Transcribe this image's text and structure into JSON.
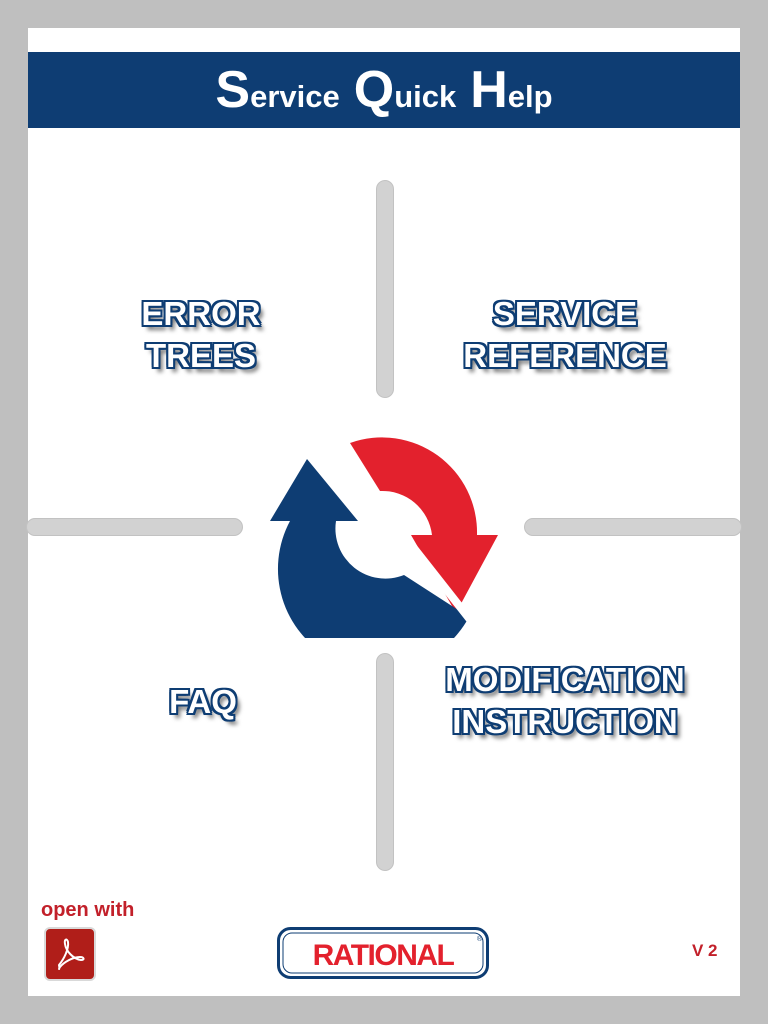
{
  "header": {
    "word1": {
      "initial": "S",
      "rest": "ervice"
    },
    "word2": {
      "initial": "Q",
      "rest": "uick"
    },
    "word3": {
      "initial": "H",
      "rest": "elp"
    }
  },
  "tiles": {
    "error_trees": [
      "ERROR",
      "TREES"
    ],
    "service_reference": [
      "SERVICE",
      "REFERENCE"
    ],
    "faq": [
      "FAQ"
    ],
    "modification_instruction": [
      "MODIFICATION",
      "INSTRUCTION"
    ]
  },
  "footer": {
    "open_with": "open with",
    "logo_text": "RATIONAL",
    "version": "V 2"
  },
  "icons": {
    "center": "rational-cycle-arrows-icon",
    "reader": "acrobat-reader-icon"
  },
  "colors": {
    "navy": "#0e3d73",
    "red": "#e3212d",
    "bar": "#d2d2d2",
    "frame": "#bfbfbf",
    "footer_red": "#c2202a"
  }
}
